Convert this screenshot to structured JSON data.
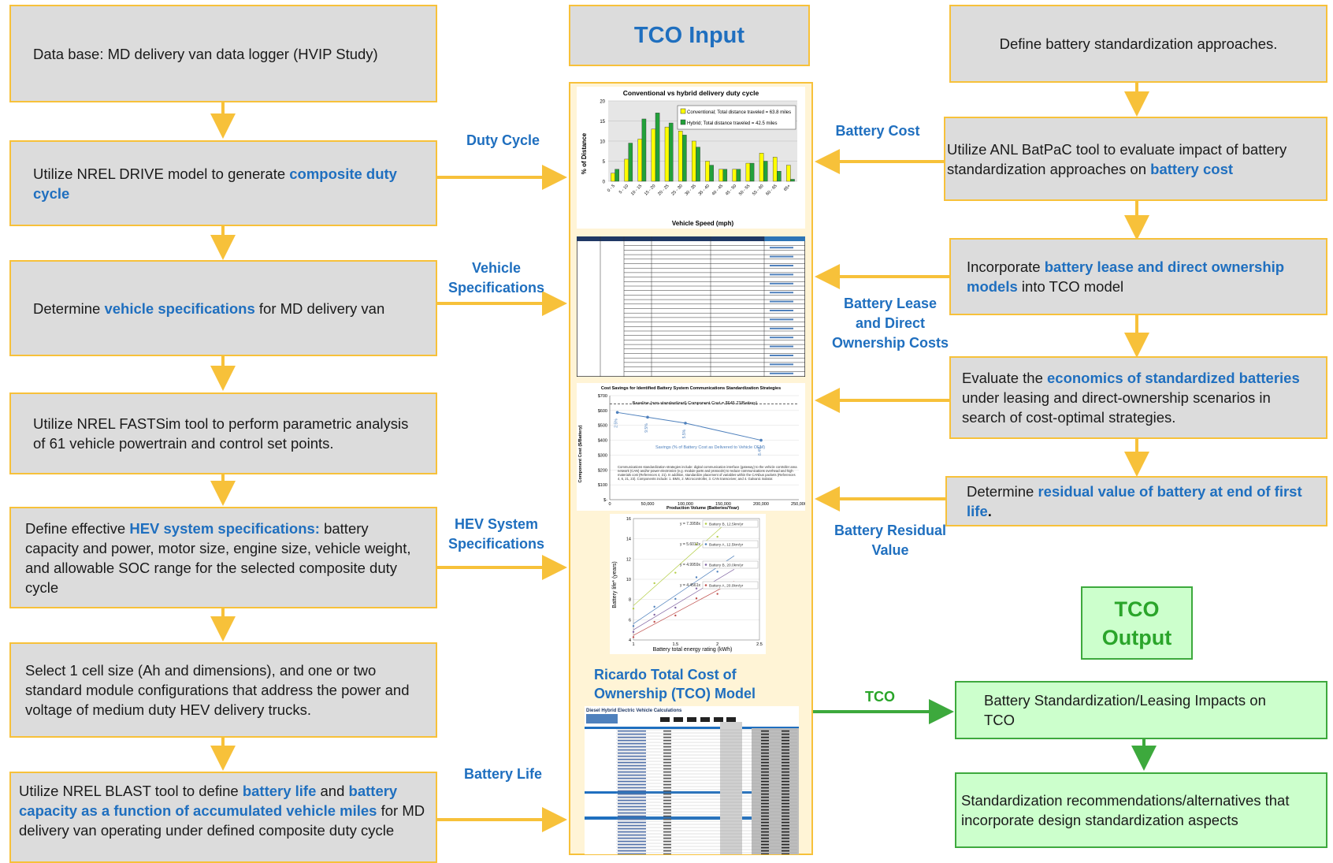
{
  "colors": {
    "accent_blue": "#1f6fbf",
    "arrow_orange": "#f7c13a",
    "box_gray": "#dcdcdc",
    "green_fill": "#ccffcc",
    "green_border": "#3da93d",
    "tco_green": "#2aa52a"
  },
  "header": {
    "tco_input": "TCO Input"
  },
  "left_steps": [
    {
      "pre": "Data base: MD delivery van data logger  (HVIP Study)",
      "hl": "",
      "post": ""
    },
    {
      "pre": "Utilize NREL DRIVE model to generate ",
      "hl": "composite duty cycle",
      "post": ""
    },
    {
      "pre": "Determine ",
      "hl": "vehicle specifications",
      "post": " for MD delivery van"
    },
    {
      "pre": "Utilize NREL FASTSim tool to perform parametric analysis of 61 vehicle powertrain and control set points.",
      "hl": "",
      "post": ""
    },
    {
      "pre": "Define effective ",
      "hl": "HEV system specifications:",
      "post": " battery capacity and power, motor size, engine size, vehicle weight, and allowable SOC range for the selected composite duty cycle"
    },
    {
      "pre": "Select 1 cell size (Ah and dimensions), and one or two standard module configurations that address the power and voltage of medium duty HEV delivery trucks.",
      "hl": "",
      "post": ""
    },
    {
      "pre": "Utilize NREL BLAST tool to define ",
      "hl": "battery life",
      "mid": " and ",
      "hl2": "battery capacity as a function of accumulated vehicle miles",
      "post": " for MD delivery van operating under defined composite duty cycle"
    }
  ],
  "left_labels": {
    "duty_cycle": "Duty Cycle",
    "vehicle_specs": "Vehicle Specifications",
    "hev_specs": "HEV System Specifications",
    "battery_life": "Battery Life"
  },
  "right_steps": [
    {
      "pre": "Define battery standardization approaches.",
      "hl": "",
      "post": ""
    },
    {
      "pre": "Utilize ANL BatPaC tool to evaluate impact of battery standardization approaches on ",
      "hl": "battery cost",
      "post": ""
    },
    {
      "pre": "Incorporate ",
      "hl": "battery lease and direct ownership models",
      "post": " into TCO model"
    },
    {
      "pre": "Evaluate the ",
      "hl": "economics of standardized batteries",
      "post": " under leasing and direct-ownership scenarios in search of cost-optimal strategies."
    },
    {
      "pre": "Determine ",
      "hl": "residual value of battery at end of first life",
      "post": "."
    }
  ],
  "right_labels": {
    "battery_cost": "Battery Cost",
    "lease": "Battery Lease and Direct Ownership Costs",
    "residual": "Battery Residual Value",
    "tco": "TCO"
  },
  "tco_output": {
    "title": "TCO Output"
  },
  "outputs": [
    "Battery Standardization/Leasing Impacts on TCO",
    "Standardization recommendations/alternatives that incorporate design standardization aspects"
  ],
  "panel": {
    "model_title": "Ricardo Total Cost of Ownership (TCO) Model",
    "model_sheet_title": "Diesel Hybrid Electric Vehicle Calculations"
  },
  "chart_data": [
    {
      "type": "bar",
      "title": "Conventional vs hybrid delivery duty cycle",
      "xlabel": "Vehicle Speed (mph)",
      "ylabel": "% of Distance",
      "ylim": [
        0,
        20
      ],
      "yticks": [
        0,
        5,
        10,
        15,
        20
      ],
      "categories": [
        "0 - 5",
        "5 - 10",
        "10 - 15",
        "15 - 20",
        "20 - 25",
        "25 - 30",
        "30 - 35",
        "35 - 40",
        "40 - 45",
        "45 - 50",
        "50 - 55",
        "55 - 60",
        "60 - 65",
        "65+"
      ],
      "series": [
        {
          "name": "Conventional; Total distance traveled = 63.8 miles",
          "color": "#ffff00",
          "values": [
            2,
            5.5,
            10.5,
            13,
            13.5,
            12.5,
            10,
            5,
            3,
            3,
            4.5,
            7,
            6,
            4
          ]
        },
        {
          "name": "Hybrid; Total distance traveled = 42.5 miles",
          "color": "#22a13a",
          "values": [
            3,
            9.5,
            15.5,
            17,
            14.5,
            11.5,
            8.5,
            4,
            3,
            3,
            4.5,
            5,
            2.5,
            0.5
          ]
        }
      ],
      "legend": "top-right",
      "grid": true
    },
    {
      "type": "line",
      "title": "Cost Savings for Identified Battery System Communications Standardization Strategies",
      "xlabel": "Production Volume (Batteries/Year)",
      "ylabel": "Component Cost ($/Battery)",
      "x": [
        10000,
        50000,
        100000,
        200000
      ],
      "ylim": [
        0,
        700
      ],
      "xlim": [
        0,
        250000
      ],
      "yticks": [
        "$-",
        "$100",
        "$200",
        "$300",
        "$400",
        "$500",
        "$600",
        "$700"
      ],
      "xticks": [
        "0",
        "50,000",
        "100,000",
        "150,000",
        "200,000",
        "250,000"
      ],
      "series": [
        {
          "name": "",
          "values": [
            587,
            555,
            515,
            400
          ]
        }
      ],
      "point_labels": [
        "2.5%",
        "9.5%",
        "5.5%",
        "8.4%"
      ],
      "baseline_label": "Baseline (non-standardized) Component Cost = $645.73/Battery)",
      "baseline": 645,
      "annotation": "Savings (% of Battery Cost as Delivered to Vehicle OEM)",
      "note": "Communications standardization strategies include: digital communication interface (gateway) to the vehicle controller area network (CAN) and/or power electronics (e.g. module parts and protocols) to reduce communications overhead and high materials cost (References 4, 21). In addition, standardize placement of variables within the CANbus packets (References 4, 6, 21, 23). Components include: 1. BMS, 2. Microcontroller, 3. CAN transceiver, and 4. Galvanic isolator."
    },
    {
      "type": "scatter",
      "xlabel": "Battery total energy rating (kWh)",
      "ylabel": "Battery life* (years)",
      "xlim": [
        1,
        2.5
      ],
      "ylim": [
        4,
        16
      ],
      "xticks": [
        "1",
        "1.5",
        "2",
        "2.5"
      ],
      "yticks": [
        "4",
        "6",
        "8",
        "10",
        "12",
        "14",
        "16"
      ],
      "series": [
        {
          "name": "Battery B, 12.5km/yr",
          "eq": "y = 7.3958x",
          "color": "#b5cf4a"
        },
        {
          "name": "Battery A, 12.5km/yr",
          "eq": "y = 5.6012x",
          "color": "#4f81bd"
        },
        {
          "name": "Battery B, 20.0km/yr",
          "eq": "y = 4.9959x",
          "color": "#8064a2"
        },
        {
          "name": "Battery A, 20.0km/yr",
          "eq": "y = 4.4561x",
          "color": "#c0504d"
        }
      ]
    }
  ]
}
